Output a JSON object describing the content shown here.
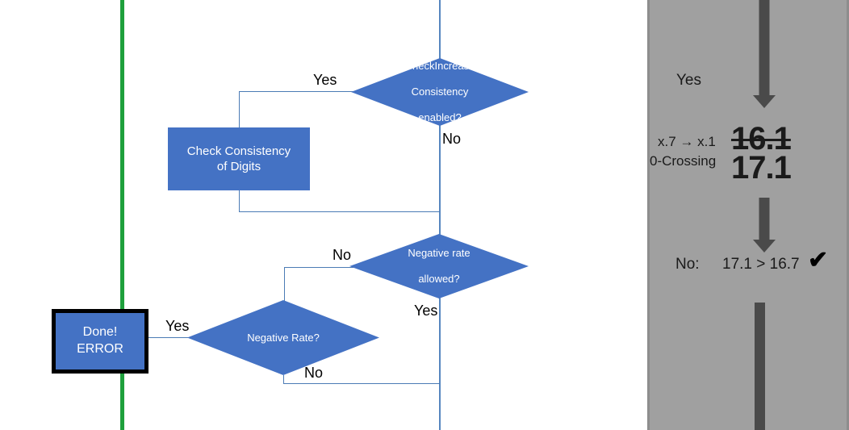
{
  "flowchart": {
    "decision_check_increase": {
      "label": "CheckIncrease Consistency enabled?",
      "line1": "CheckIncrease",
      "line2": "Consistency",
      "line3": "enabled?",
      "yes_label": "Yes",
      "no_label": "No"
    },
    "process_check_consistency": {
      "line1": "Check Consistency",
      "line2": "of Digits"
    },
    "decision_negative_rate_allowed": {
      "line1": "Negative rate",
      "line2": "allowed?",
      "no_label": "No",
      "yes_label": "Yes"
    },
    "decision_negative_rate": {
      "label": "Negative Rate?",
      "yes_label": "Yes",
      "no_label": "No"
    },
    "terminator_done_error": {
      "line1": "Done!",
      "line2": "ERROR"
    },
    "colors": {
      "shape_fill": "#4472C4",
      "connector": "#4B7BB5",
      "divider": "#1EA03C",
      "terminator_border": "#000000"
    }
  },
  "annotation_panel": {
    "yes_label": "Yes",
    "rule_line1": "x.7 → x.1",
    "rule_line2": "0-Crossing",
    "value_struck": "16.1",
    "value_current": "17.1",
    "conclusion_prefix": "No:",
    "conclusion_expression": "17.1 > 16.7",
    "check_glyph": "✔",
    "colors": {
      "background": "#a0a0a0",
      "arrow": "#4a4a4a",
      "text": "#1a1a1a"
    }
  }
}
